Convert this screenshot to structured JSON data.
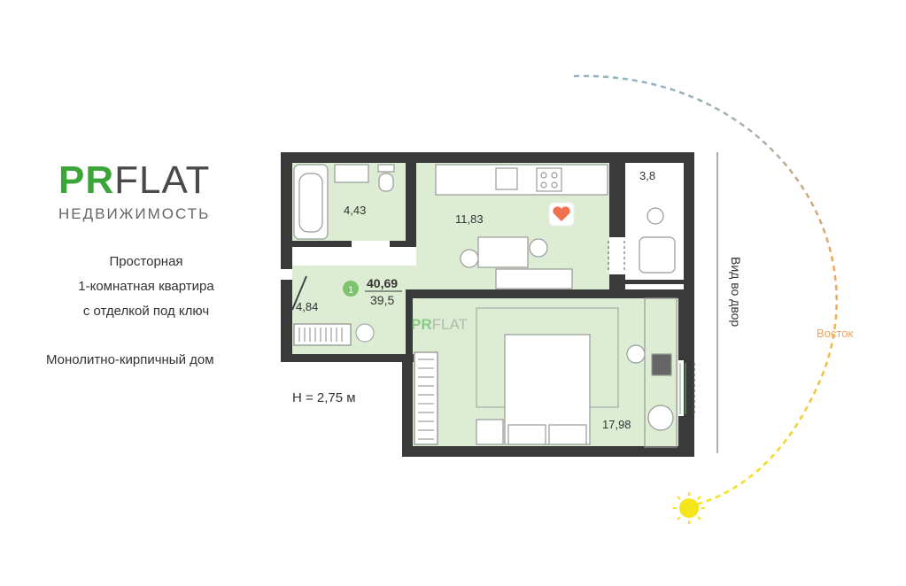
{
  "logo": {
    "pr": "PR",
    "flat": "FLAT",
    "subtitle": "НЕДВИЖИМОСТЬ"
  },
  "description": {
    "line1": "Просторная",
    "line2": "1-комнатная квартира",
    "line3": "с отделкой под ключ"
  },
  "building_type": "Монолитно-кирпичный дом",
  "ceiling_height": "H = 2,75 м",
  "rooms": {
    "bathroom": "4,43",
    "kitchen": "11,83",
    "balcony": "3,8",
    "hall": "4,84",
    "bedroom": "17,98"
  },
  "area_badge": {
    "number": "1",
    "total": "40,69",
    "living": "39,5"
  },
  "watermark": {
    "pr": "PR",
    "flat": "FLAT"
  },
  "view_label": "Вид во двор",
  "direction_label": "Восток",
  "colors": {
    "room_fill": "#dcedd4",
    "wall": "#3a3a3a",
    "brand_green": "#3aa63a",
    "sun": "#f5e51a",
    "arc_orange": "#f0a35a",
    "arc_blue": "#8fb3c4"
  }
}
